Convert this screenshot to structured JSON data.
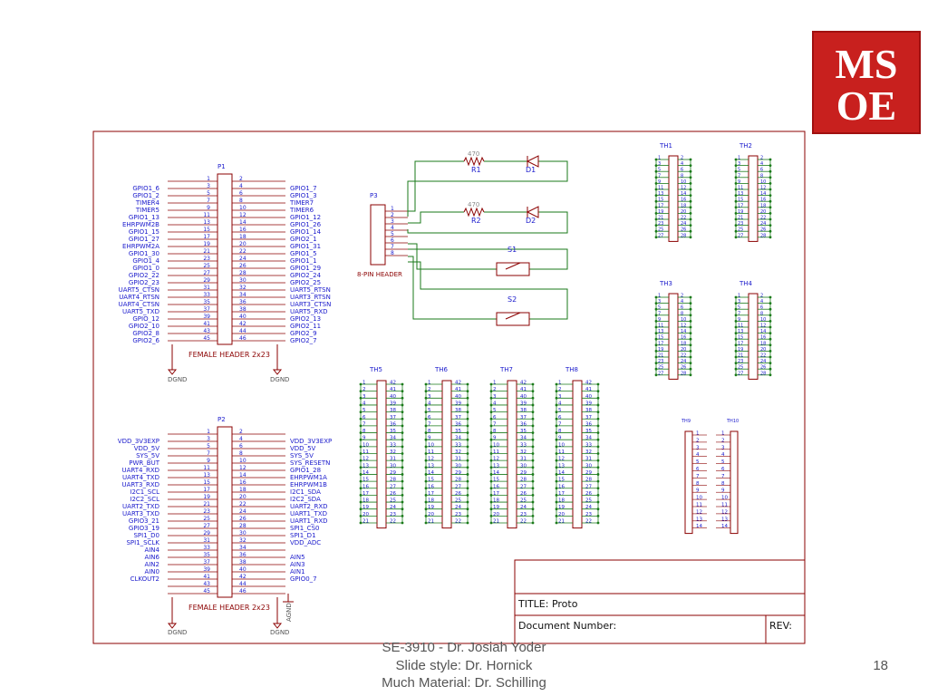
{
  "logo": {
    "line1": "MS",
    "line2": "OE"
  },
  "footer": {
    "author": "SE-3910  - Dr. Josiah Yoder",
    "slide_style": "Slide style: Dr. Hornick",
    "material": "Much Material: Dr. Schilling",
    "page_number": "18"
  },
  "title_block": {
    "title": "TITLE:  Proto",
    "document_number": "Document Number:",
    "rev": "REV:"
  },
  "connectors": {
    "p1": {
      "name": "P1",
      "caption": "FEMALE HEADER 2x23",
      "gnd_left": "DGND",
      "gnd_right": "DGND",
      "left": [
        "",
        "GPIO1_6",
        "GPIO1_2",
        "TIMER4",
        "TIMER5",
        "GPIO1_13",
        "EHRPWM2B",
        "GPIO1_15",
        "GPIO1_27",
        "EHRPWM2A",
        "GPIO1_30",
        "GPIO1_4",
        "GPIO1_0",
        "GPIO2_22",
        "GPIO2_23",
        "UART5_CTSN",
        "UART4_RTSN",
        "UART4_CTSN",
        "UART5_TXD",
        "GPIO_12",
        "GPIO2_10",
        "GPIO2_8",
        "GPIO2_6"
      ],
      "right": [
        "",
        "GPIO1_7",
        "GPIO1_3",
        "TIMER7",
        "TIMER6",
        "GPIO1_12",
        "GPIO1_26",
        "GPIO1_14",
        "GPIO2_1",
        "GPIO1_31",
        "GPIO1_5",
        "GPIO1_1",
        "GPIO1_29",
        "GPIO2_24",
        "GPIO2_25",
        "UART5_RTSN",
        "UART3_RTSN",
        "UART3_CTSN",
        "UART5_RXD",
        "GPIO2_13",
        "GPIO2_11",
        "GPIO2_9",
        "GPIO2_7"
      ]
    },
    "p2": {
      "name": "P2",
      "caption": "FEMALE HEADER 2x23",
      "gnd_left": "DGND",
      "gnd_right": "DGND",
      "agnd": "AGND",
      "left": [
        "",
        "VDD_3V3EXP",
        "VDD_5V",
        "SYS_5V",
        "PWR_BUT",
        "UART4_RXD",
        "UART4_TXD",
        "UART3_RXD",
        "I2C1_SCL",
        "I2C2_SCL",
        "UART2_TXD",
        "UART3_TXD",
        "GPIO3_21",
        "GPIO3_19",
        "SPI1_D0",
        "SPI1_SCLK",
        "AIN4",
        "AIN6",
        "AIN2",
        "AIN0",
        "CLKOUT2",
        "",
        ""
      ],
      "right": [
        "",
        "VDD_3V3EXP",
        "VDD_5V",
        "SYS_5V",
        "SYS_RESETN",
        "GPIO1_28",
        "EHRPWM1A",
        "EHRPWM1B",
        "I2C1_SDA",
        "I2C2_SDA",
        "UART2_RXD",
        "UART1_TXD",
        "UART1_RXD",
        "SPI1_CS0",
        "SPI1_D1",
        "VDD_ADC",
        "",
        "AIN5",
        "AIN3",
        "AIN1",
        "GPIO0_7",
        "",
        ""
      ]
    },
    "p3": {
      "name": "P3",
      "caption": "8-PIN HEADER"
    }
  },
  "parts": {
    "r1_value": "470",
    "r1_name": "R1",
    "r2_value": "470",
    "r2_name": "R2",
    "d1_name": "D1",
    "d2_name": "D2",
    "s1_name": "S1",
    "s2_name": "S2"
  },
  "th_labels": {
    "th1": "TH1",
    "th2": "TH2",
    "th3": "TH3",
    "th4": "TH4",
    "th5": "TH5",
    "th6": "TH6",
    "th7": "TH7",
    "th8": "TH8",
    "th9": "TH9",
    "th10": "TH10"
  },
  "colors": {
    "wire": "#1a7a1a",
    "label": "#1a1acc",
    "outline": "#8b0000",
    "logo_bg": "#c8201e"
  }
}
